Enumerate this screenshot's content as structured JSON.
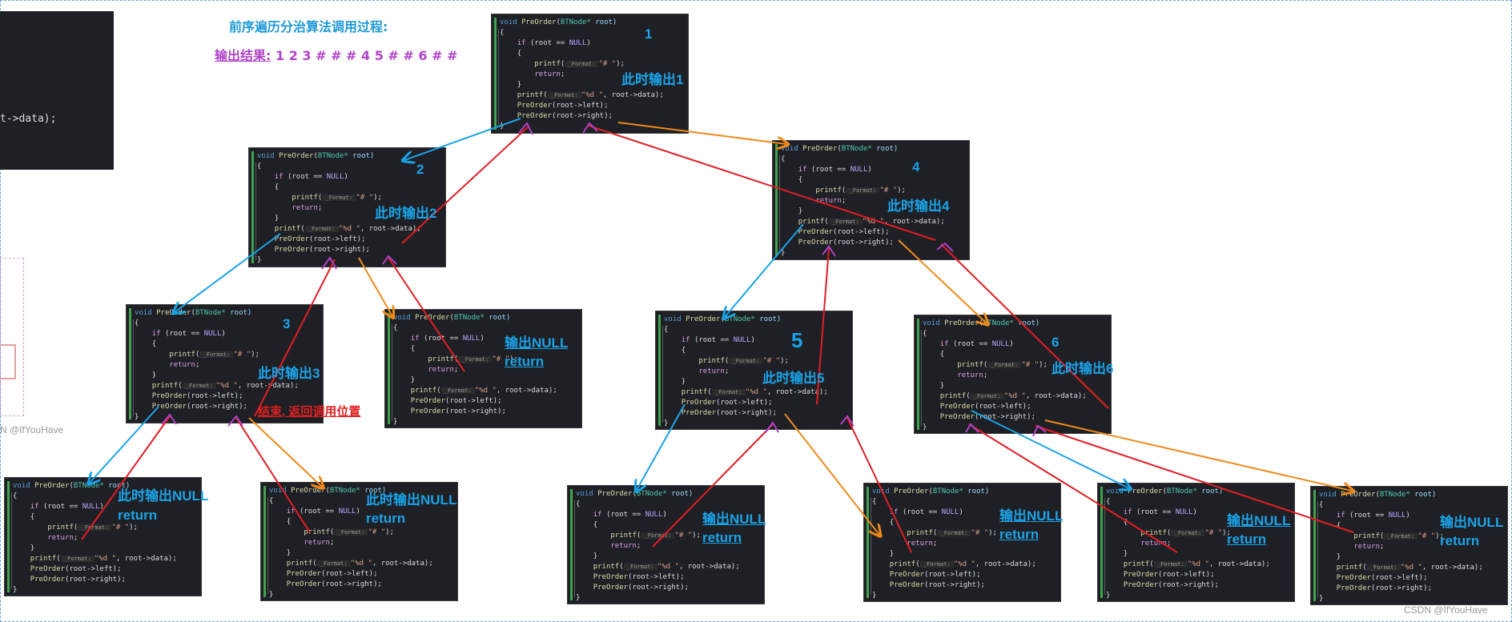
{
  "header": {
    "title": "前序遍历分治算法调用过程:",
    "output_label": "输出结果:",
    "output_value": "1 2 3 # # # 4 5 # # 6 # #"
  },
  "left_fragment": {
    "text": "t->data);"
  },
  "watermarks": {
    "bottom_right": "CSDN @IfYouHave",
    "left": "N @IfYouHave"
  },
  "code": {
    "sig_void": "void",
    "sig_fn": "PreOrder",
    "sig_open": "(",
    "sig_type": "BTNode*",
    "sig_param": " root)",
    "brace_open": "{",
    "if_kw": "if",
    "if_mid": " (root == ",
    "if_null": "NULL",
    "if_close": ")",
    "inner_open": "{",
    "printf1_fn": "printf",
    "printf1_open": "(",
    "hint": " _Format: ",
    "printf1_str": "\"# \"",
    "printf1_close": ");",
    "return_kw": "return",
    "return_semi": ";",
    "inner_close": "}",
    "printf2_fn": "printf",
    "printf2_open": "(",
    "printf2_str": "\"%d \"",
    "printf2_rest": ", root->data);",
    "left_fn": "PreOrder",
    "left_rest": "(root->left);",
    "right_fn": "PreOrder",
    "right_rest": "(root->right);",
    "brace_close": "}"
  },
  "annotations": {
    "n1": "1",
    "n2": "2",
    "n3": "3",
    "n4": "4",
    "n5": "5",
    "n6": "6",
    "out1": "此时输出1",
    "out2": "此时输出2",
    "out3": "此时输出3",
    "out4": "此时输出4",
    "out5": "此时输出5",
    "out6": "此时输出6",
    "end_return": "结束, 返回调用位置",
    "out_null": "输出NULL",
    "now_out_null": "此时输出NULL",
    "ret": "return"
  },
  "colors": {
    "call_arrow": "#1aa3e8",
    "return_arrow": "#e21d25",
    "right_call_arrow": "#f08a1c",
    "return_tip": "#b040c8",
    "label_blue": "#1aa3e8",
    "label_purple": "#b044c8"
  }
}
